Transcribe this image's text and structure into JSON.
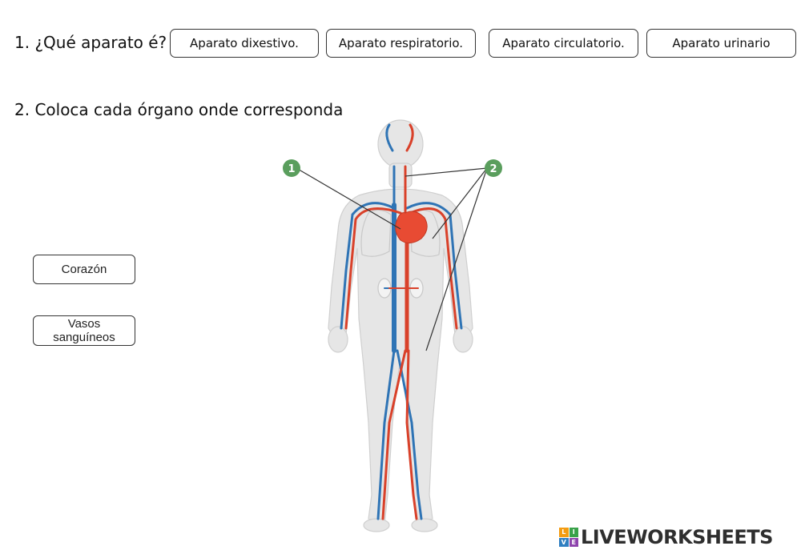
{
  "questions": {
    "q1": "1. ¿Qué aparato é?",
    "q2": "2. Coloca cada órgano onde corresponda"
  },
  "options": [
    "Aparato dixestivo.",
    "Aparato respiratorio.",
    "Aparato circulatorio.",
    "Aparato urinario"
  ],
  "draggables": [
    "Corazón",
    "Vasos sanguíneos"
  ],
  "figure": {
    "markers": [
      "1",
      "2"
    ],
    "marker_color": "#5a9e5d",
    "artery_color": "#d9412a",
    "vein_color": "#2f74b5",
    "heart_color": "#e84b33",
    "body_color": "#e6e6e6"
  },
  "logo": {
    "text": "LIVEWORKSHEETS",
    "mark": [
      "L",
      "I",
      "V",
      "E"
    ],
    "mark_colors": [
      "#f39c12",
      "#3aa24a",
      "#2f7fc1",
      "#8e44ad"
    ]
  }
}
